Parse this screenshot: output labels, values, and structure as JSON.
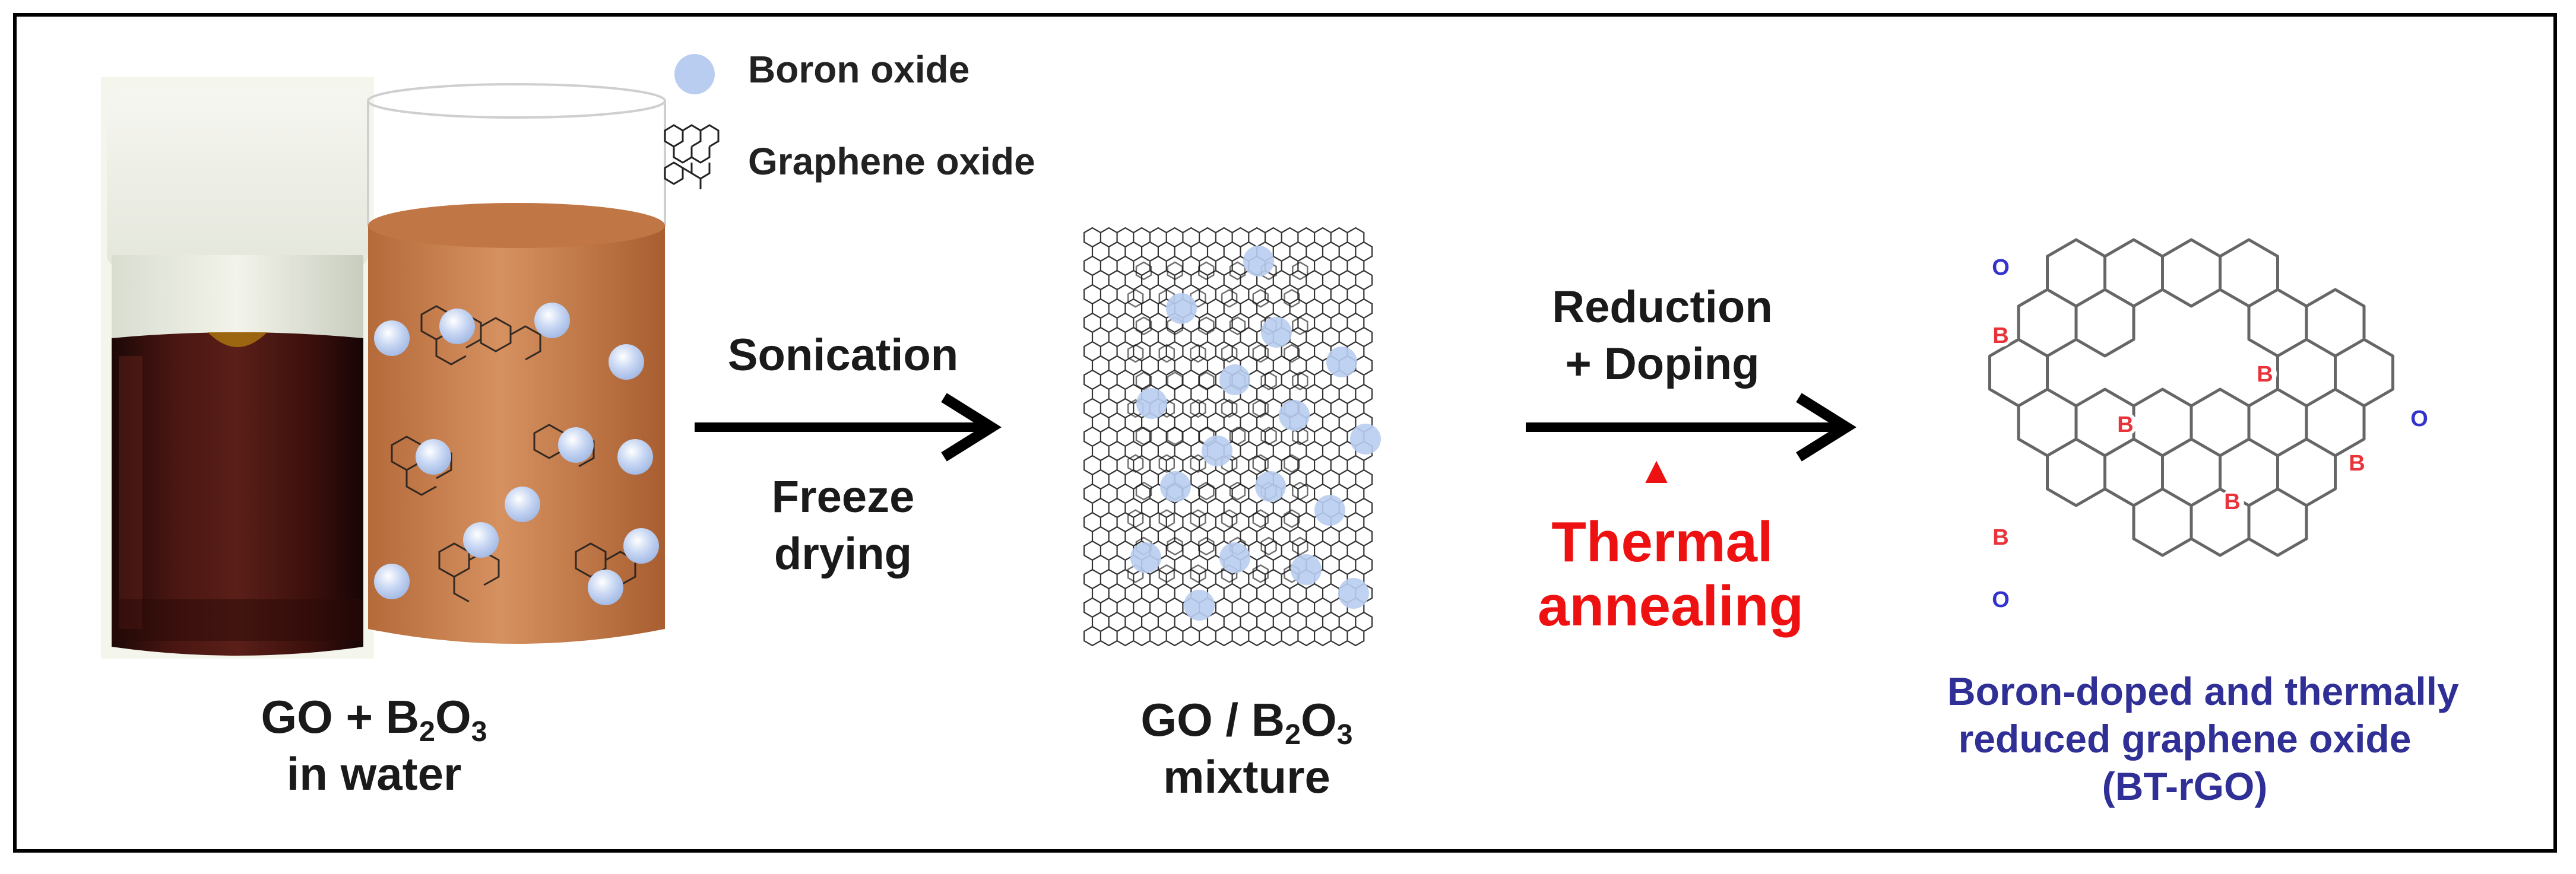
{
  "legend": {
    "boron_oxide": "Boron oxide",
    "graphene_oxide": "Graphene oxide"
  },
  "stage1": {
    "line1_prefix": "GO + B",
    "line1_sub1": "2",
    "line1_mid": "O",
    "line1_sub2": "3",
    "line2": "in water"
  },
  "step1": {
    "top": "Sonication",
    "bottom_line1": "Freeze",
    "bottom_line2": "drying"
  },
  "stage2": {
    "line1_prefix": "GO / B",
    "line1_sub1": "2",
    "line1_mid": "O",
    "line1_sub2": "3",
    "line2": "mixture"
  },
  "step2": {
    "top_line1": "Reduction",
    "top_line2": "+ Doping",
    "heat_symbol": "▲",
    "bottom_line1": "Thermal",
    "bottom_line2": "annealing"
  },
  "product": {
    "line1": "Boron-doped and thermally",
    "line2": "reduced graphene oxide",
    "line3": "(BT-rGO)",
    "atom_B": "B",
    "atom_O": "O"
  },
  "colors": {
    "boron_particle": "#b9cdf0",
    "arrow": "#000000",
    "heat_label": "#ee1111",
    "product_label": "#2f2f96",
    "boron_atom": "#e8333a",
    "oxygen_atom": "#3333cc"
  }
}
